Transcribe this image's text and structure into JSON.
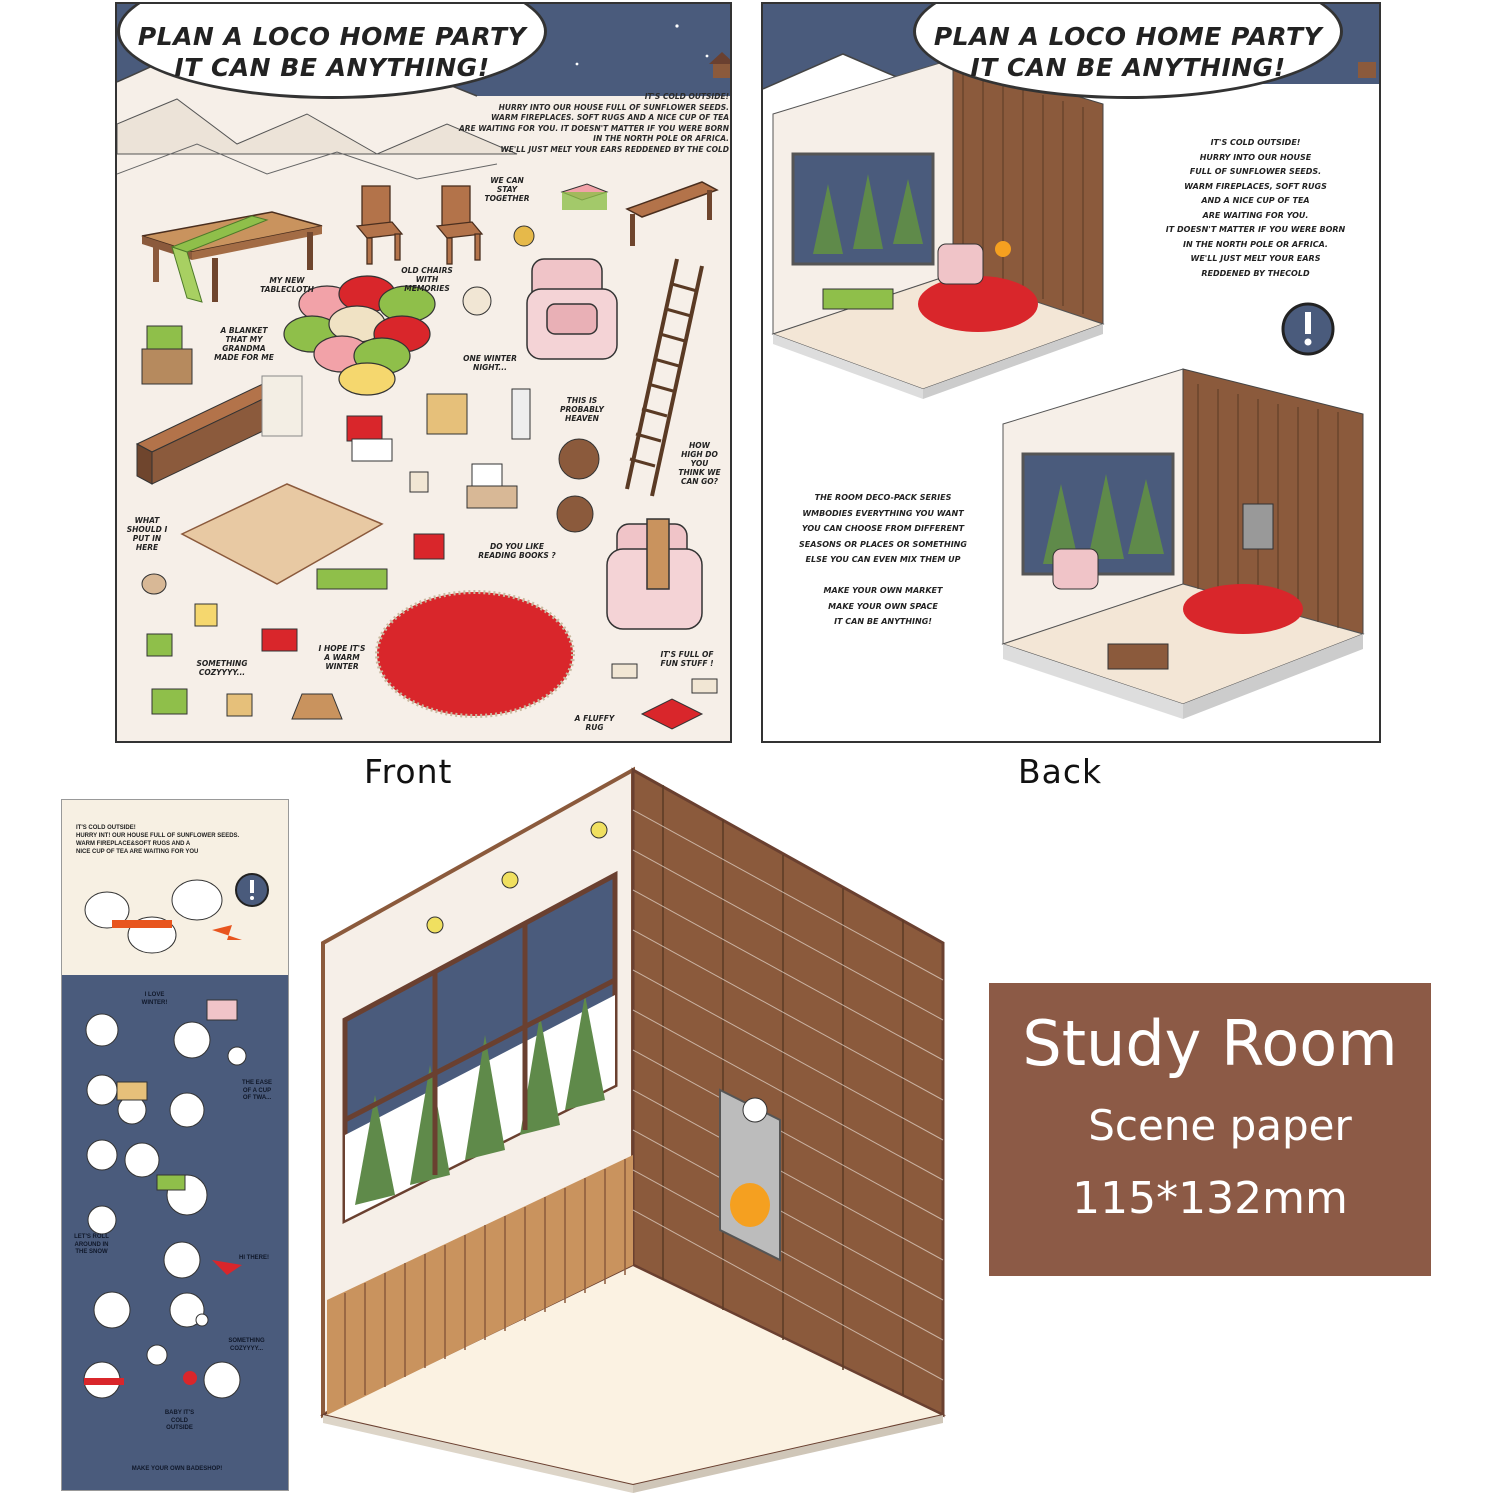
{
  "front": {
    "bubble_line1": "PLAN A LOCO HOME PARTY",
    "bubble_line2": "IT CAN BE ANYTHING!",
    "intro": [
      "IT'S COLD OUTSIDE!",
      "HURRY INTO OUR HOUSE FULL OF SUNFLOWER SEEDS.",
      "WARM FIREPLACES. SOFT RUGS AND A NICE CUP OF TEA",
      "ARE WAITING FOR YOU. IT DOESN'T MATTER IF YOU WERE BORN",
      "IN THE NORTH POLE OR AFRICA.",
      "WE'LL JUST MELT YOUR EARS REDDENED BY THE COLD"
    ],
    "labels": {
      "tablecloth": "MY NEW TABLECLOTH",
      "chairs": "OLD CHAIRS WITH MEMORIES",
      "stay": "WE CAN STAY TOGETHER",
      "blanket": "A BLANKET THAT MY GRANDMA MADE FOR ME",
      "night": "ONE WINTER NIGHT...",
      "heaven": "THIS IS PROBABLY HEAVEN",
      "high": "HOW HIGH DO YOU THINK WE CAN GO?",
      "what": "WHAT SHOULD I PUT IN HERE",
      "books": "DO YOU LIKE READING BOOKS ?",
      "cozy": "SOMETHING COZYYYY...",
      "warm": "I HOPE IT'S A WARM WINTER",
      "fun": "IT'S FULL OF FUN STUFF !",
      "rug": "A FLUFFY RUG"
    }
  },
  "back": {
    "bubble_line1": "PLAN A LOCO HOME PARTY",
    "bubble_line2": "IT CAN BE ANYTHING!",
    "text1": [
      "IT'S COLD OUTSIDE!",
      "HURRY INTO OUR HOUSE",
      "FULL OF SUNFLOWER SEEDS.",
      "WARM FIREPLACES, SOFT RUGS",
      "AND A NICE CUP OF TEA",
      "ARE WAITING FOR YOU.",
      "IT DOESN'T MATTER IF YOU WERE BORN",
      "IN THE NORTH POLE OR AFRICA.",
      "WE'LL JUST MELT YOUR EARS",
      "REDDENED BY THECOLD"
    ],
    "text2": [
      "THE ROOM DECO-PACK SERIES",
      "WMBODIES EVERYTHING YOU WANT",
      "YOU CAN CHOOSE FROM DIFFERENT",
      "SEASONS OR PLACES OR SOMETHING",
      "ELSE YOU CAN EVEN MIX THEM UP",
      "",
      "MAKE YOUR OWN MARKET",
      "MAKE YOUR OWN SPACE",
      "IT CAN BE ANYTHING!"
    ]
  },
  "captions": {
    "front": "Front",
    "back": "Back"
  },
  "strip": {
    "text": [
      "IT'S COLD OUTSIDE!",
      "HURRY INT! OUR HOUSE FULL OF SUNFLOWER SEEDS.",
      "WARM FIREPLACE&SOFT RUGS AND A",
      "NICE CUP OF TEA ARE WAITING FOR YOU"
    ],
    "labels": {
      "love": "I LOVE WINTER!",
      "ease": "THE EASE OF A CUP OF TWA...",
      "roll": "LET'S ROLL AROUND IN THE SNOW",
      "hi": "HI THERE!",
      "cozy": "SOMETHING COZYYYY...",
      "baby": "BABY IT'S COLD OUTSIDE",
      "footer": "MAKE YOUR OWN BADESHOP!"
    }
  },
  "product": {
    "title": "Study Room",
    "subtitle": "Scene paper",
    "size": "115*132mm"
  },
  "colors": {
    "brown": "#8c5a46",
    "navy": "#4a5b7c",
    "cream": "#f6efe8",
    "red": "#d9262b",
    "green": "#8fbf4a",
    "pink": "#f0c4c8",
    "wood": "#8b5a3c"
  }
}
